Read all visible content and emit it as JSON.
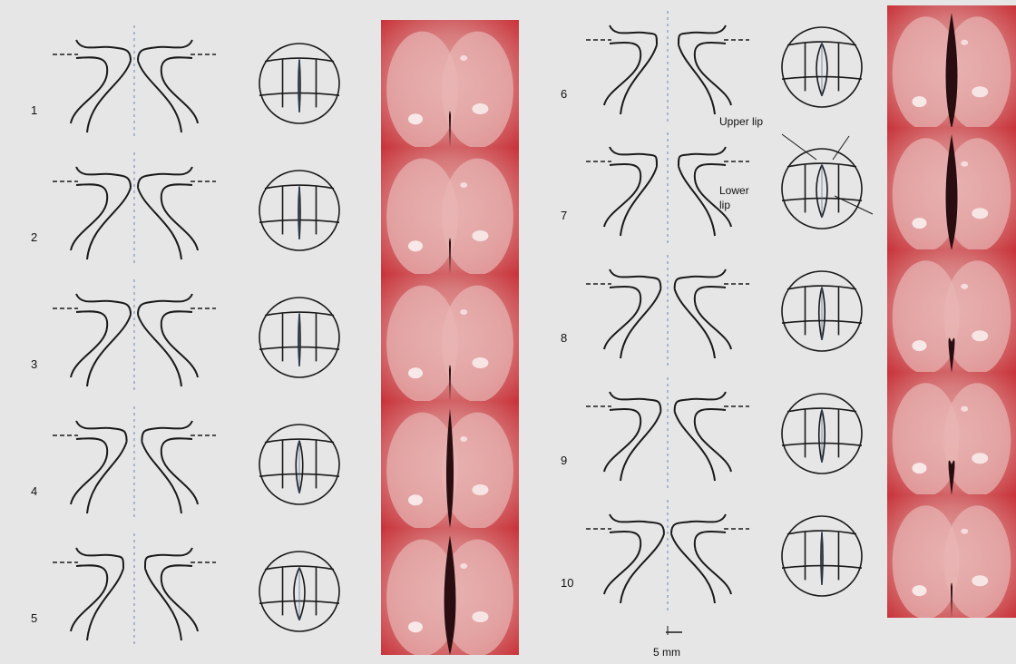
{
  "figure": {
    "left_stages": [
      {
        "number": "1",
        "glottis": "closed"
      },
      {
        "number": "2",
        "glottis": "closed"
      },
      {
        "number": "3",
        "glottis": "closed"
      },
      {
        "number": "4",
        "glottis": "opening"
      },
      {
        "number": "5",
        "glottis": "open"
      }
    ],
    "right_stages": [
      {
        "number": "6",
        "glottis": "open"
      },
      {
        "number": "7",
        "glottis": "open"
      },
      {
        "number": "8",
        "glottis": "closing"
      },
      {
        "number": "9",
        "glottis": "closing"
      },
      {
        "number": "10",
        "glottis": "closed"
      }
    ],
    "labels": {
      "upper_lip": "Upper lip",
      "lower_lip_line1": "Lower",
      "lower_lip_line2": "lip",
      "scale": "5 mm"
    }
  },
  "colors": {
    "background": "#e6e6e6",
    "line": "#1a1a1a",
    "tissue_red": "#c8343a",
    "tissue_pink": "#e4a9a8",
    "glottis_dark": "#2a0d10"
  }
}
